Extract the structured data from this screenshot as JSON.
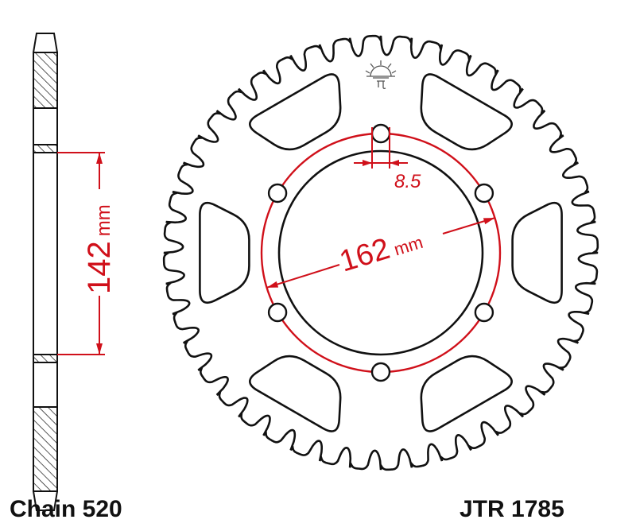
{
  "labels": {
    "chain": "Chain 520",
    "part_number": "JTR 1785",
    "side_dimension": "142",
    "side_unit": "mm",
    "bolt_circle": "162",
    "bolt_circle_unit": "mm",
    "hole_size": "8.5"
  },
  "logo": {
    "name": "sun-logo"
  },
  "colors": {
    "outline": "#111111",
    "dimension": "#d0101a"
  }
}
